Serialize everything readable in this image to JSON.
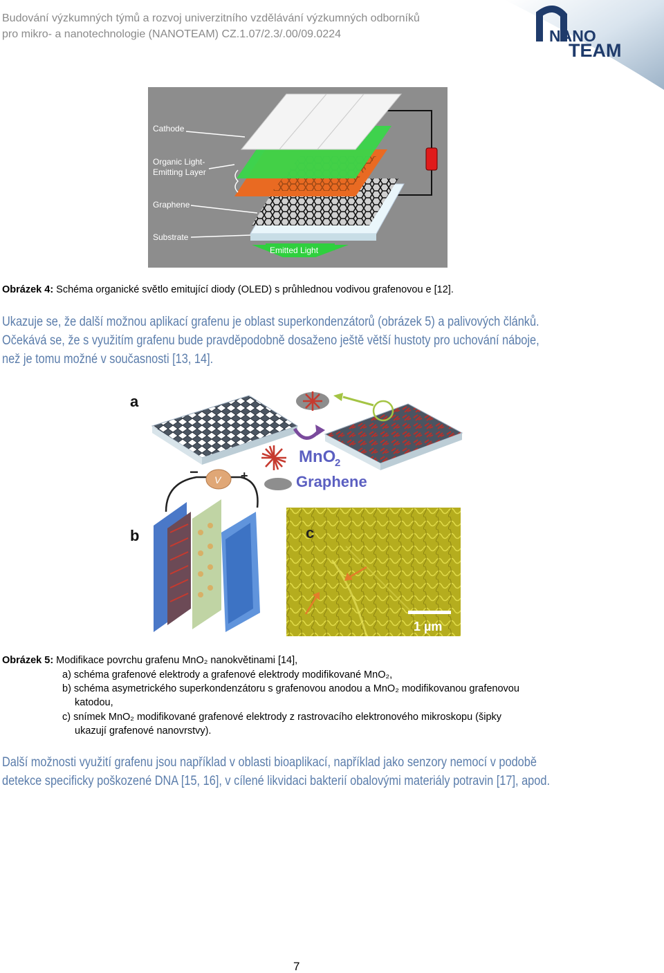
{
  "header": {
    "line1": "Budování výzkumných týmů a rozvoj univerzitního vzdělávání výzkumných odborníků",
    "line2": "pro mikro- a nanotechnologie (NANOTEAM) CZ.1.07/2.3/.00/09.0224",
    "logo_text_1": "NANO",
    "logo_text_2": "TEAM"
  },
  "figure4": {
    "labels": {
      "cathode": "Cathode",
      "oled_1": "Organic Light-",
      "oled_2": "Emitting Layer",
      "graphene": "Graphene",
      "substrate": "Substrate",
      "emitted": "Emitted Light"
    },
    "caption_label": "Obrázek 4:",
    "caption_text": " Schéma organické světlo emitující diody (OLED) s průhlednou vodivou grafenovou e [12]."
  },
  "paragraph1": {
    "lines": [
      "Ukazuje se, že další možnou aplikací grafenu je oblast superkondenzátorů (obrázek 5) a palivových článků.",
      "Očekává se, že s využitím grafenu bude pravděpodobně dosaženo ještě větší hustoty pro uchování náboje,",
      "než je tomu možné v současnosti [13, 14]."
    ]
  },
  "figure5": {
    "panel_a": "a",
    "panel_b": "b",
    "panel_c": "c",
    "mno2_label": "MnO",
    "mno2_sub": "2",
    "graphene_label": "Graphene",
    "voltage_label": "V",
    "minus": "−",
    "plus": "+",
    "scale_bar": "1 µm",
    "caption_label": "Obrázek 5:",
    "caption_line1": " Modifikace povrchu grafenu MnO₂ nanokvětinami [14],",
    "caption_a": "a) schéma grafenové elektrody a grafenové elektrody modifikované MnO₂,",
    "caption_b1": "b) schéma asymetrického superkondenzátoru s grafenovou anodou a MnO₂ modifikovanou grafenovou",
    "caption_b2": "katodou,",
    "caption_c1": "c) snímek MnO₂ modifikované grafenové elektrody z rastrovacího elektronového mikroskopu (šipky",
    "caption_c2": "ukazují grafenové nanovrstvy)."
  },
  "paragraph2": {
    "lines": [
      "Další možnosti využití grafenu jsou například v oblasti bioaplikací, například jako senzory nemocí v podobě",
      "detekce specificky poškozené DNA [15, 16], v cílené likvidaci bakterií obalovými materiály potravin [17], apod."
    ]
  },
  "page_number": "7"
}
